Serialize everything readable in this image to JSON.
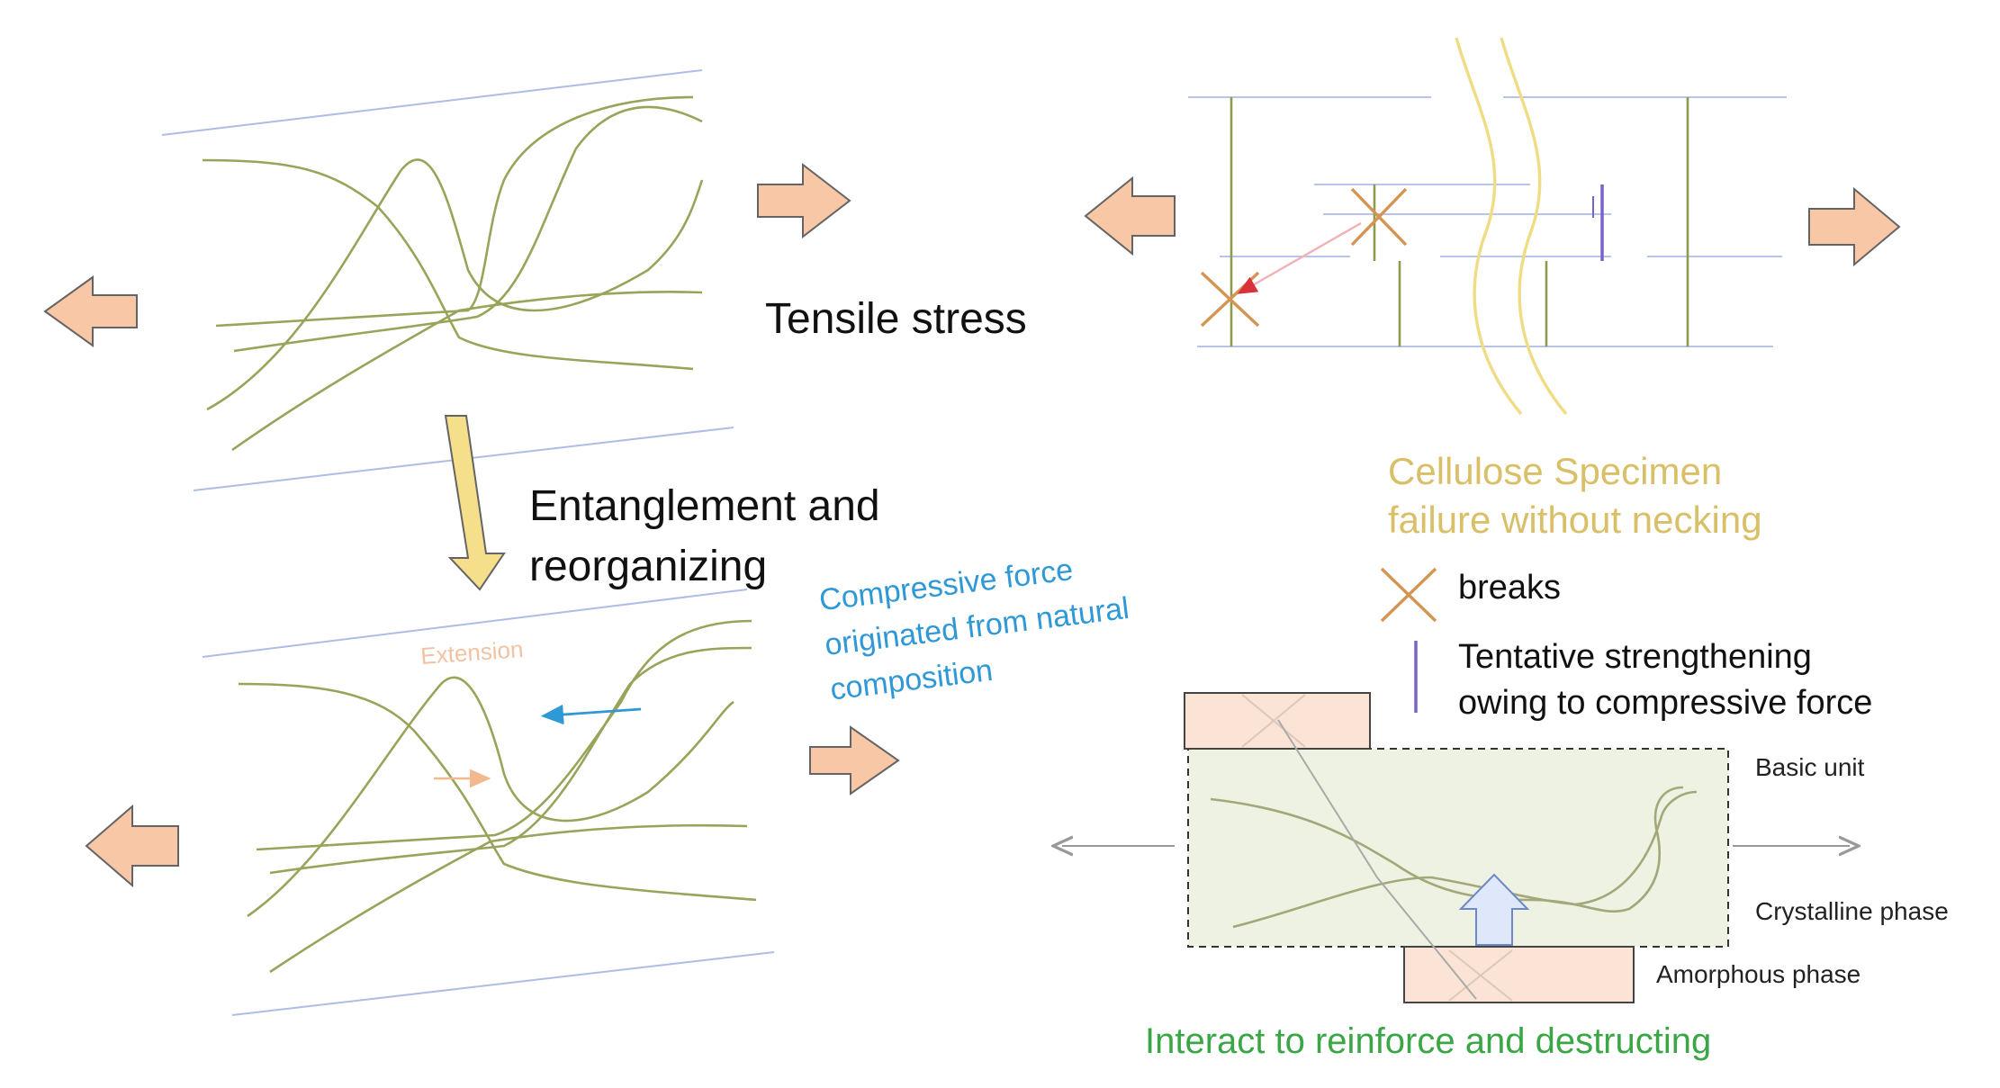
{
  "labels": {
    "tensile_stress": "Tensile stress",
    "entanglement_line1": "Entanglement and",
    "entanglement_line2": "reorganizing",
    "compressive_line1": "Compressive force",
    "compressive_line2": "originated from natural",
    "compressive_line3": "composition",
    "extension": "Extension",
    "cellulose_line1": "Cellulose Specimen",
    "cellulose_line2": "failure without necking",
    "breaks": "breaks",
    "tentative_line1": "Tentative strengthening",
    "tentative_line2": "owing to compressive force",
    "basic_unit": "Basic unit",
    "crystalline_phase": "Crystalline phase",
    "amorphous_phase": "Amorphous phase",
    "interact": "Interact to reinforce and destructing"
  },
  "colors": {
    "fiber": "#9aa35a",
    "peach_arrow": "#f7c7a6",
    "yellow_arrow": "#f5df8a",
    "cellulose_text": "#d9bf68",
    "compressive_text": "#2f98d6",
    "interact_text": "#3aa646",
    "break_mark": "#d49552",
    "strengthening_mark": "#7b61c8"
  },
  "icons": {
    "break": "x-mark-icon",
    "strengthening": "vertical-bar-icon",
    "push": "up-arrow-icon"
  }
}
